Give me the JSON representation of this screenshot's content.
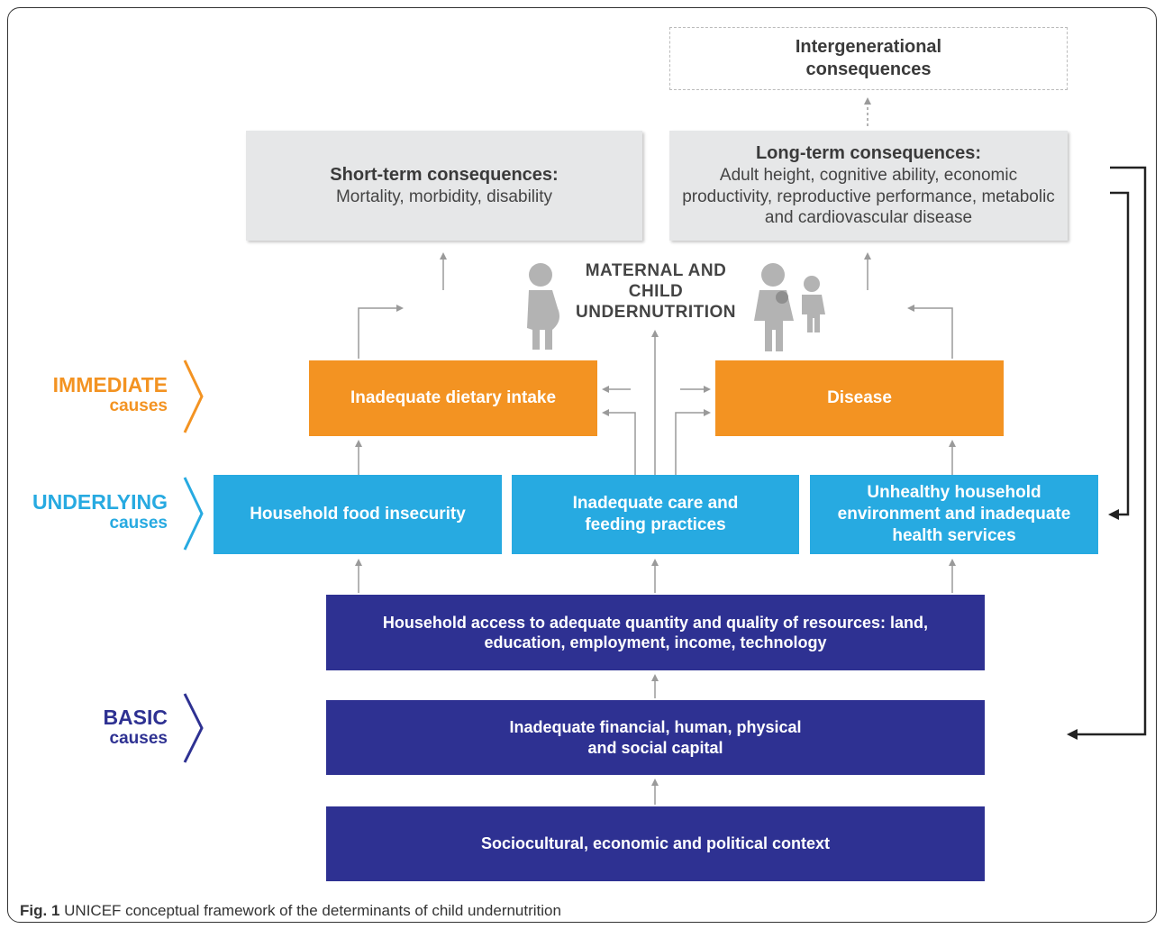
{
  "diagram": {
    "top": {
      "intergenerational": "Intergenerational consequences",
      "short_term_title": "Short-term consequences:",
      "short_term_body": "Mortality, morbidity, disability",
      "long_term_title": "Long-term consequences:",
      "long_term_body": "Adult height, cognitive ability, economic productivity, reproductive performance, metabolic and cardiovascular disease"
    },
    "center_label": "MATERNAL AND CHILD UNDERNUTRITION",
    "levels": {
      "immediate": {
        "word": "IMMEDIATE",
        "sub": "causes",
        "color": "#f39322"
      },
      "underlying": {
        "word": "UNDERLYING",
        "sub": "causes",
        "color": "#27aae1"
      },
      "basic": {
        "word": "BASIC",
        "sub": "causes",
        "color": "#2e3192"
      }
    },
    "immediate_boxes": [
      "Inadequate dietary intake",
      "Disease"
    ],
    "underlying_boxes": [
      "Household food insecurity",
      "Inadequate care and feeding practices",
      "Unhealthy household environment and inadequate health services"
    ],
    "basic_boxes": [
      "Household access to adequate quantity and quality of resources: land, education, employment, income, technology",
      "Inadequate financial, human, physical and social capital",
      "Sociocultural, economic and political context"
    ]
  },
  "caption": {
    "label": "Fig. 1",
    "text": "UNICEF conceptual framework of the determinants of child undernutrition"
  }
}
